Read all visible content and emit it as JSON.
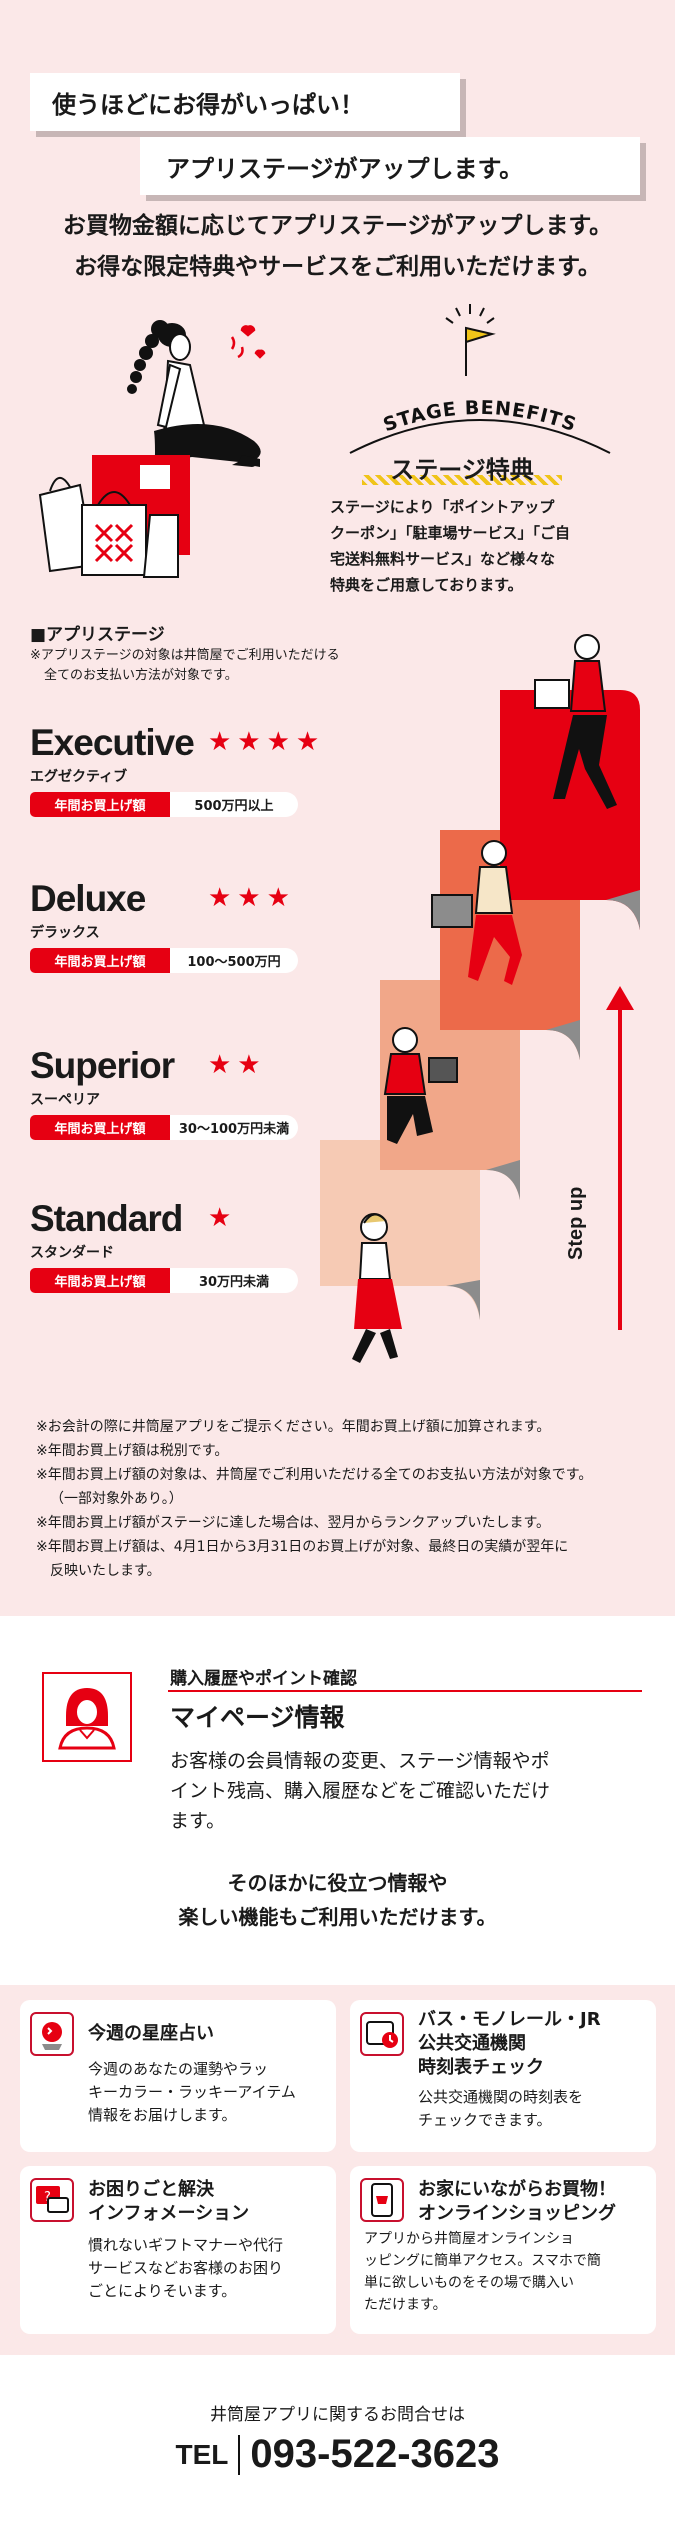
{
  "header": {
    "banner1": "使うほどにお得がいっぱい！",
    "banner2": "アプリステージがアップします。",
    "intro_line1": "お買物金額に応じてアプリステージがアップします。",
    "intro_line2": "お得な限定特典やサービスをご利用いただけます。"
  },
  "benefits": {
    "arc_label": "STAGE BENEFITS",
    "title": "ステージ特典",
    "body_line1": "ステージにより「ポイントアップ",
    "body_line2": "クーポン」「駐車場サービス」「ご自",
    "body_line3": "宅送料無料サービス」など様々な",
    "body_line4": "特典をご用意しております。"
  },
  "app_stage": {
    "heading": "■アプリステージ",
    "note_line1": "※アプリステージの対象は井筒屋でご利用いただける",
    "note_line2": "全てのお支払い方法が対象です。",
    "pill_label": "年間お買上げ額",
    "step_up": "Step up",
    "tiers": [
      {
        "name": "Executive",
        "kana": "エグゼクティブ",
        "stars": "★★★★",
        "amount": "500万円以上"
      },
      {
        "name": "Deluxe",
        "kana": "デラックス",
        "stars": "★★★",
        "amount": "100〜500万円"
      },
      {
        "name": "Superior",
        "kana": "スーペリア",
        "stars": "★★",
        "amount": "30〜100万円未満"
      },
      {
        "name": "Standard",
        "kana": "スタンダード",
        "stars": "★",
        "amount": "30万円未満"
      }
    ]
  },
  "notes": [
    "※お会計の際に井筒屋アプリをご提示ください。年間お買上げ額に加算されます。",
    "※年間お買上げ額は税別です。",
    "※年間お買上げ額の対象は、井筒屋でご利用いただける全てのお支払い方法が対象です。",
    "（一部対象外あり。）",
    "※年間お買上げ額がステージに達した場合は、翌月からランクアップいたします。",
    "※年間お買上げ額は、4月1日から3月31日のお買上げが対象、最終日の実績が翌年に",
    "反映いたします。"
  ],
  "mypage": {
    "caption": "購入履歴やポイント確認",
    "title": "マイページ情報",
    "body_line1": "お客様の会員情報の変更、ステージ情報やポ",
    "body_line2": "イント残高、購入履歴などをご確認いただけ",
    "body_line3": "ます。"
  },
  "other": {
    "heading_line1": "そのほかに役立つ情報や",
    "heading_line2": "楽しい機能もご利用いただけます。",
    "cards": [
      {
        "title1": "今週の星座占い",
        "title2": "",
        "title3": "",
        "body1": "今週のあなたの運勢やラッ",
        "body2": "キーカラー・ラッキーアイテム",
        "body3": "情報をお届けします。",
        "body4": ""
      },
      {
        "title1": "バス・モノレール・JR",
        "title2": "公共交通機関",
        "title3": "時刻表チェック",
        "body1": "公共交通機関の時刻表を",
        "body2": "チェックできます。",
        "body3": "",
        "body4": ""
      },
      {
        "title1": "お困りごと解決",
        "title2": "インフォメーション",
        "title3": "",
        "body1": "慣れないギフトマナーや代行",
        "body2": "サービスなどお客様のお困り",
        "body3": "ごとによりそいます。",
        "body4": ""
      },
      {
        "title1": "お家にいながらお買物！",
        "title2": "オンラインショッピング",
        "title3": "",
        "body1": "アプリから井筒屋オンラインショ",
        "body2": "ッピングに簡単アクセス。スマホで簡",
        "body3": "単に欲しいものをその場で購入い",
        "body4": "ただけます。"
      }
    ]
  },
  "contact": {
    "label": "井筒屋アプリに関するお問合せは",
    "tel_prefix": "TEL",
    "tel_number": "093-522-3623"
  },
  "colors": {
    "accent": "#e60012",
    "background": "#fbe8e8",
    "stair_executive": "#e60012",
    "stair_deluxe": "#ec6a4a",
    "stair_superior": "#f1a789",
    "stair_standard": "#f6cab4"
  }
}
